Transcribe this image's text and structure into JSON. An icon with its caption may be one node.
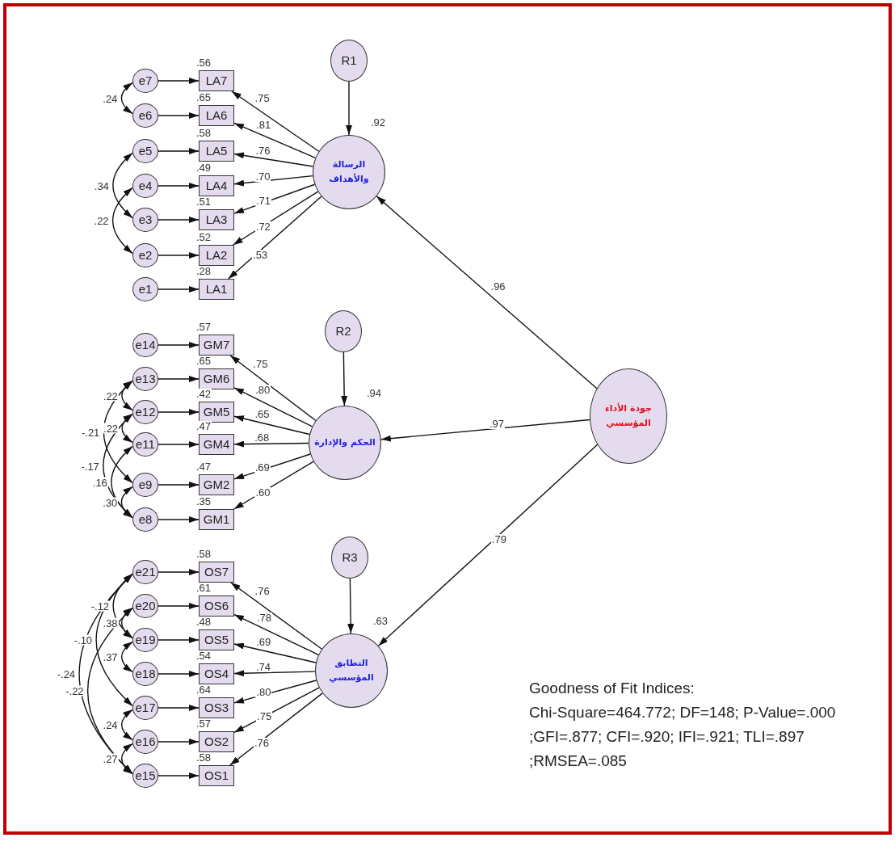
{
  "diagram": {
    "nodes": [
      {
        "text": [
          "R1"
        ]
      },
      {
        "text": [
          "e7"
        ]
      },
      {
        "text": [
          "LA7"
        ],
        "beside": [
          ".56"
        ]
      },
      {
        "text": [
          "e6"
        ]
      },
      {
        "text": [
          "LA6"
        ],
        "beside": [
          ".65"
        ]
      },
      {
        "text": [
          "e5"
        ]
      },
      {
        "text": [
          "LA5"
        ],
        "beside": [
          ".58"
        ]
      },
      {
        "text": [
          "e4"
        ]
      },
      {
        "text": [
          "LA4"
        ],
        "beside": [
          ".49"
        ]
      },
      {
        "text": [
          "e3"
        ]
      },
      {
        "text": [
          "LA3"
        ],
        "beside": [
          ".51"
        ]
      },
      {
        "text": [
          "e2"
        ]
      },
      {
        "text": [
          "LA2"
        ],
        "beside": [
          ".52"
        ]
      },
      {
        "text": [
          "e1"
        ]
      },
      {
        "text": [
          "LA1"
        ],
        "beside": [
          ".28"
        ]
      },
      {
        "text": [
          "الرسالة والأهداف"
        ],
        "beside": [
          ".92"
        ]
      },
      {
        "text": [
          "R2"
        ]
      },
      {
        "text": [
          "e14"
        ]
      },
      {
        "text": [
          "GM7"
        ],
        "beside": [
          ".57"
        ]
      },
      {
        "text": [
          "e13"
        ]
      },
      {
        "text": [
          "GM6"
        ],
        "beside": [
          ".65"
        ]
      },
      {
        "text": [
          "e12"
        ]
      },
      {
        "text": [
          "GM5"
        ],
        "beside": [
          ".42"
        ]
      },
      {
        "text": [
          "e11"
        ]
      },
      {
        "text": [
          "GM4"
        ],
        "beside": [
          ".47"
        ]
      },
      {
        "text": [
          "e9"
        ]
      },
      {
        "text": [
          "GM2"
        ],
        "beside": [
          ".47"
        ]
      },
      {
        "text": [
          "e8"
        ]
      },
      {
        "text": [
          "GM1"
        ],
        "beside": [
          ".35"
        ]
      },
      {
        "text": [
          "الحكم والإدارة"
        ],
        "beside": [
          ".94"
        ]
      },
      {
        "text": [
          "جودة الأداء المؤسسي"
        ]
      },
      {
        "text": [
          "R3"
        ]
      },
      {
        "text": [
          "e21"
        ]
      },
      {
        "text": [
          "OS7"
        ],
        "beside": [
          ".58"
        ]
      },
      {
        "text": [
          "e20"
        ]
      },
      {
        "text": [
          "OS6"
        ],
        "beside": [
          ".61"
        ]
      },
      {
        "text": [
          "e19"
        ]
      },
      {
        "text": [
          "OS5"
        ],
        "beside": [
          ".48"
        ]
      },
      {
        "text": [
          "e18"
        ]
      },
      {
        "text": [
          "OS4"
        ],
        "beside": [
          ".54"
        ]
      },
      {
        "text": [
          "e17"
        ]
      },
      {
        "text": [
          "OS3"
        ],
        "beside": [
          ".64"
        ]
      },
      {
        "text": [
          "e16"
        ]
      },
      {
        "text": [
          "OS2"
        ],
        "beside": [
          ".57"
        ]
      },
      {
        "text": [
          "e15"
        ]
      },
      {
        "text": [
          "OS1"
        ],
        "beside": [
          ".58"
        ]
      },
      {
        "text": [
          "التطابق المؤسسي"
        ],
        "beside": [
          ".63"
        ]
      }
    ],
    "edges": [
      {
        "from": 1,
        "to": 2,
        "arrow": "to"
      },
      {
        "from": 3,
        "to": 4,
        "arrow": "to"
      },
      {
        "from": 5,
        "to": 6,
        "arrow": "to"
      },
      {
        "from": 7,
        "to": 8,
        "arrow": "to"
      },
      {
        "from": 9,
        "to": 10,
        "arrow": "to"
      },
      {
        "from": 11,
        "to": 12,
        "arrow": "to"
      },
      {
        "from": 13,
        "to": 14,
        "arrow": "to"
      },
      {
        "from": 15,
        "to": 2,
        "arrow": "to",
        "label": ".75"
      },
      {
        "from": 15,
        "to": 4,
        "arrow": "to",
        "label": ".81"
      },
      {
        "from": 15,
        "to": 6,
        "arrow": "to",
        "label": ".76"
      },
      {
        "from": 15,
        "to": 8,
        "arrow": "to",
        "label": ".70"
      },
      {
        "from": 15,
        "to": 10,
        "arrow": "to",
        "label": ".71"
      },
      {
        "from": 15,
        "to": 12,
        "arrow": "to",
        "label": ".72"
      },
      {
        "from": 15,
        "to": 14,
        "arrow": "to",
        "label": ".53"
      },
      {
        "from": 0,
        "to": 15,
        "arrow": "to"
      },
      {
        "from": 1,
        "to": 3,
        "arrow": "both",
        "label": ".24"
      },
      {
        "from": 5,
        "to": 9,
        "arrow": "both",
        "label": ".34"
      },
      {
        "from": 7,
        "to": 11,
        "arrow": "both",
        "label": ".22"
      },
      {
        "from": 17,
        "to": 18,
        "arrow": "to"
      },
      {
        "from": 19,
        "to": 20,
        "arrow": "to"
      },
      {
        "from": 21,
        "to": 22,
        "arrow": "to"
      },
      {
        "from": 23,
        "to": 24,
        "arrow": "to"
      },
      {
        "from": 25,
        "to": 26,
        "arrow": "to"
      },
      {
        "from": 27,
        "to": 28,
        "arrow": "to"
      },
      {
        "from": 29,
        "to": 18,
        "arrow": "to",
        "label": ".75"
      },
      {
        "from": 29,
        "to": 20,
        "arrow": "to",
        "label": ".80"
      },
      {
        "from": 29,
        "to": 22,
        "arrow": "to",
        "label": ".65"
      },
      {
        "from": 29,
        "to": 24,
        "arrow": "to",
        "label": ".68"
      },
      {
        "from": 29,
        "to": 26,
        "arrow": "to",
        "label": ".69"
      },
      {
        "from": 29,
        "to": 28,
        "arrow": "to",
        "label": ".60"
      },
      {
        "from": 16,
        "to": 29,
        "arrow": "to"
      },
      {
        "from": 19,
        "to": 21,
        "arrow": "both",
        "label": ".22"
      },
      {
        "from": 21,
        "to": 23,
        "arrow": "both",
        "label": ".22"
      },
      {
        "from": 19,
        "to": 25,
        "arrow": "both",
        "label": "-.21"
      },
      {
        "from": 21,
        "to": 27,
        "arrow": "both",
        "label": "-.17"
      },
      {
        "from": 23,
        "to": 27,
        "arrow": "both",
        "label": ".16"
      },
      {
        "from": 25,
        "to": 27,
        "arrow": "both",
        "label": ".30"
      },
      {
        "from": 30,
        "to": 15,
        "arrow": "to",
        "label": ".96"
      },
      {
        "from": 30,
        "to": 29,
        "arrow": "to",
        "label": ".97"
      },
      {
        "from": 30,
        "to": 46,
        "arrow": "to",
        "label": ".79"
      },
      {
        "from": 32,
        "to": 33,
        "arrow": "to"
      },
      {
        "from": 34,
        "to": 35,
        "arrow": "to"
      },
      {
        "from": 36,
        "to": 37,
        "arrow": "to"
      },
      {
        "from": 38,
        "to": 39,
        "arrow": "to"
      },
      {
        "from": 40,
        "to": 41,
        "arrow": "to"
      },
      {
        "from": 42,
        "to": 43,
        "arrow": "to"
      },
      {
        "from": 44,
        "to": 45,
        "arrow": "to"
      },
      {
        "from": 46,
        "to": 33,
        "arrow": "to",
        "label": ".76"
      },
      {
        "from": 46,
        "to": 35,
        "arrow": "to",
        "label": ".78"
      },
      {
        "from": 46,
        "to": 37,
        "arrow": "to",
        "label": ".69"
      },
      {
        "from": 46,
        "to": 39,
        "arrow": "to",
        "label": ".74"
      },
      {
        "from": 46,
        "to": 41,
        "arrow": "to",
        "label": ".80"
      },
      {
        "from": 46,
        "to": 43,
        "arrow": "to",
        "label": ".75"
      },
      {
        "from": 46,
        "to": 45,
        "arrow": "to",
        "label": ".76"
      },
      {
        "from": 31,
        "to": 46,
        "arrow": "to"
      },
      {
        "from": 32,
        "to": 36,
        "arrow": "both",
        "label": "-.12"
      },
      {
        "from": 34,
        "to": 36,
        "arrow": "both",
        "label": ".38"
      },
      {
        "from": 32,
        "to": 40,
        "arrow": "both",
        "label": "-.10"
      },
      {
        "from": 36,
        "to": 38,
        "arrow": "both",
        "label": ".37"
      },
      {
        "from": 32,
        "to": 44,
        "arrow": "both",
        "label": "-.24"
      },
      {
        "from": 34,
        "to": 44,
        "arrow": "both",
        "label": "-.22"
      },
      {
        "from": 40,
        "to": 42,
        "arrow": "both",
        "label": ".24"
      },
      {
        "from": 42,
        "to": 44,
        "arrow": "both",
        "label": ".27"
      }
    ],
    "labels": [
      "Goodness of Fit Indices:",
      "Chi-Square=464.772; DF=148; P-Value=.000",
      ";GFI=.877; CFI=.920; IFI=.921; TLI=.897",
      ";RMSEA=.085"
    ]
  }
}
